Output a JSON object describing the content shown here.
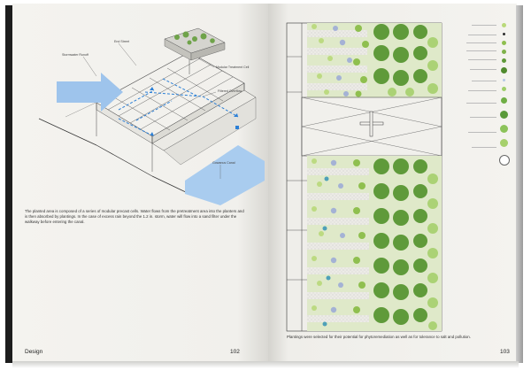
{
  "left_page": {
    "diagram_labels": {
      "stormwater_runoff": "Stormwater Runoff",
      "end_street": "End Street",
      "modular_treatment_cell": "Modular Treatment Cell",
      "filtered_overflow": "Filtered Overflow",
      "gowanus_canal": "Gowanus Canal"
    },
    "caption": "The planted area is composed of a series of modular precast cells. Water flows from the pretreatment area into the planters and is then absorbed by plantings. In the case of excess rain beyond the 1.2 in. storm, water will flow into a sand filter under the walkway before entering the canal.",
    "section_label": "Design",
    "page_number": "102"
  },
  "right_page": {
    "caption": "Plantings were selected for their potential for phytoremediation as well as for tolerance to salt and pollution.",
    "page_number": "103",
    "legend": [
      {
        "color": "#b9d97a"
      },
      {
        "color": "#2e2e2e"
      },
      {
        "color": "#8fbf4f"
      },
      {
        "color": "#7fb24a"
      },
      {
        "color": "#5f9a3a"
      },
      {
        "color": "#4f8a2e"
      },
      {
        "color": "#b4c7e6"
      },
      {
        "color": "#9fcf6a"
      },
      {
        "color": "#6fae45"
      },
      {
        "color": "#5a9a3a"
      },
      {
        "color": "#8cc35a"
      },
      {
        "color": "#a6d06c"
      },
      {
        "color": "#ffffff"
      }
    ]
  }
}
